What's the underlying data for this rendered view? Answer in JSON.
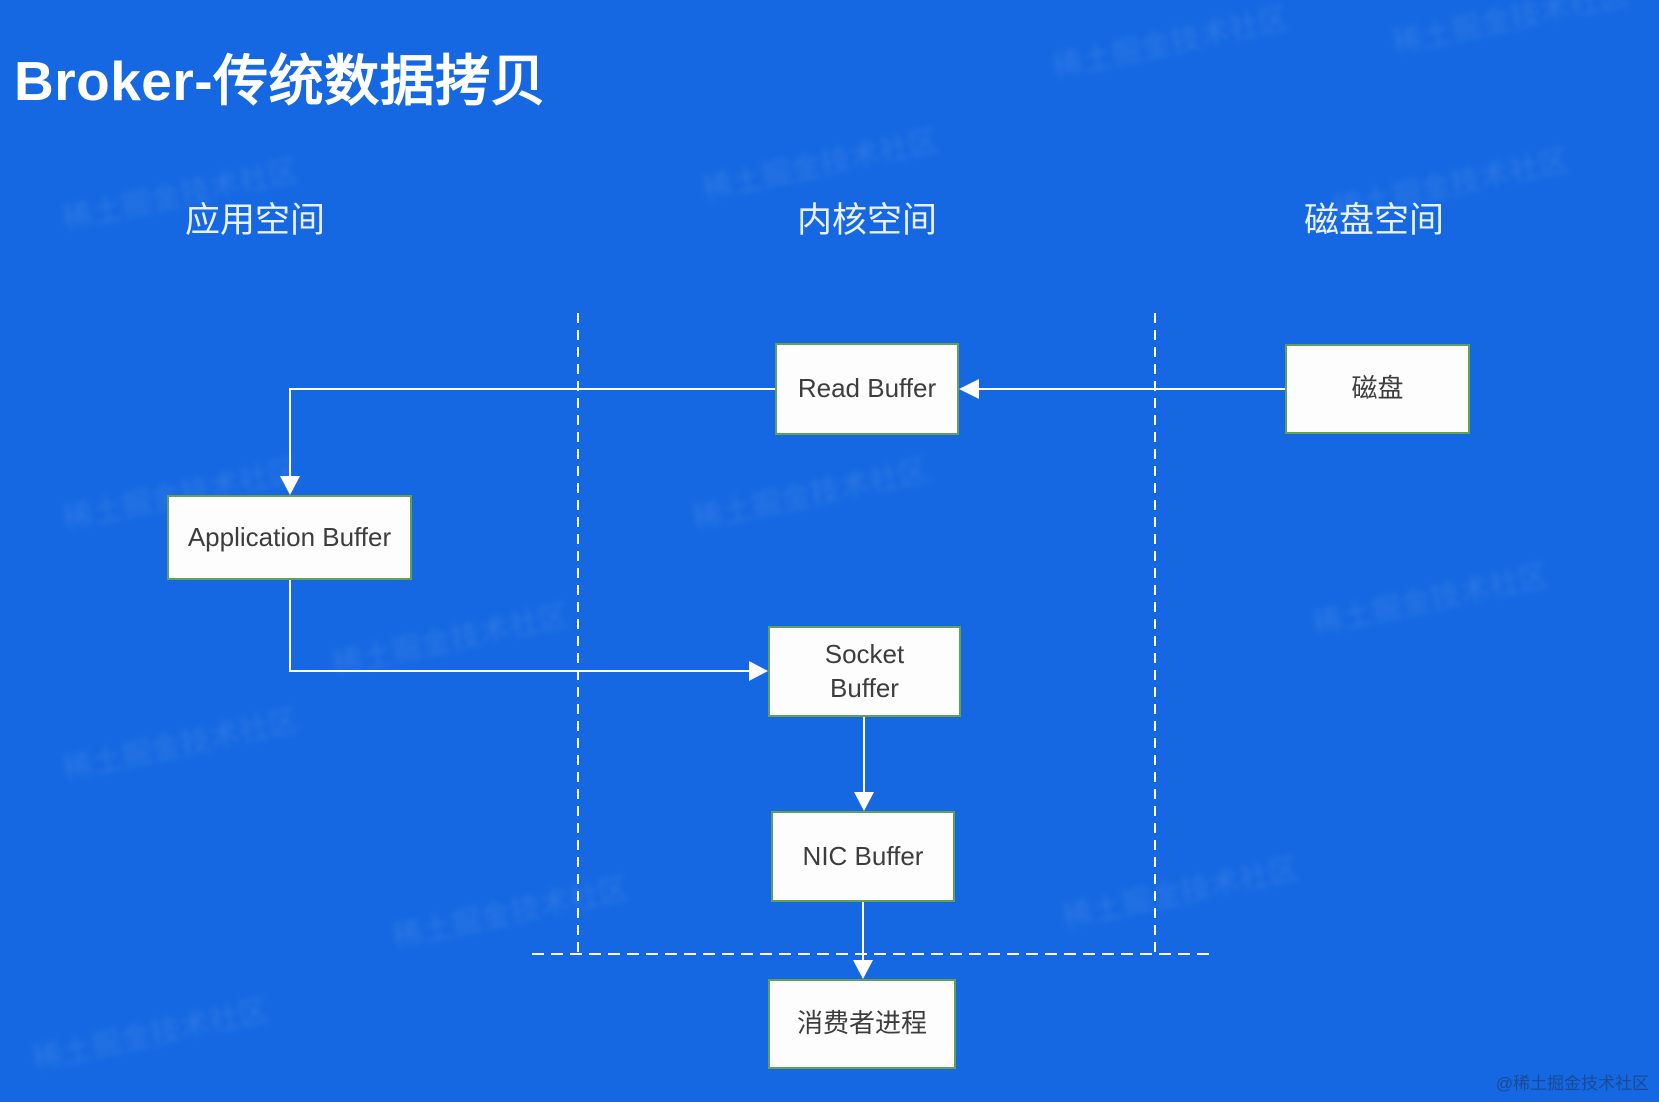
{
  "title": "Broker-传统数据拷贝",
  "columns": {
    "app_space": "应用空间",
    "kernel_space": "内核空间",
    "disk_space": "磁盘空间"
  },
  "boxes": {
    "read_buffer": {
      "label": "Read Buffer"
    },
    "disk": {
      "label": "磁盘"
    },
    "application_buffer": {
      "label": "Application Buffer"
    },
    "socket_buffer": {
      "label": "Socket\nBuffer"
    },
    "nic_buffer": {
      "label": "NIC Buffer"
    },
    "consumer_process": {
      "label": "消费者进程"
    }
  },
  "watermark": {
    "corner": "@稀土掘金技术社区",
    "tiled": "稀土掘金技术社区"
  },
  "colors": {
    "background": "#1568e2",
    "box_border": "#5fa257",
    "box_background": "#fdfdfd",
    "box_text": "#3d3d3d",
    "line": "#ffffff",
    "title_text": "#ffffff",
    "column_label_text": "#e9f1fc"
  }
}
